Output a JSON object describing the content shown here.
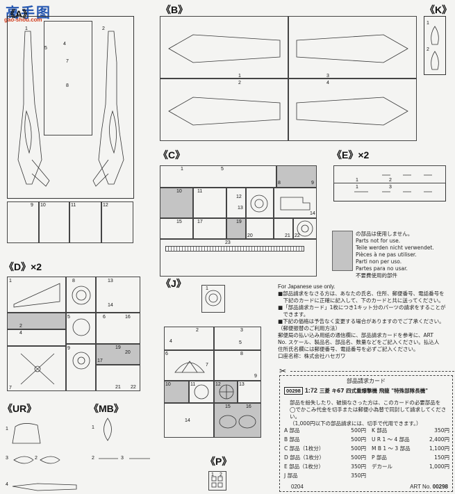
{
  "logo": {
    "text": "高手图",
    "url": "gao-shou.com"
  },
  "sections": {
    "A": "A",
    "B": "B",
    "K": "K",
    "C": "C",
    "E": "E",
    "E_mult": "×2",
    "D": "D",
    "D_mult": "×2",
    "J": "J",
    "UR": "UR",
    "MB": "MB",
    "P": "P"
  },
  "legend": {
    "title_jp": "の部品は使用しません。",
    "lines": [
      "Parts not for use.",
      "Teile werden nicht verwendet.",
      "Pièces à ne pas utiliser.",
      "Parti non per uso.",
      "Partes para no usar.",
      "不要費使用的部件"
    ]
  },
  "info": {
    "japan_only": "For Japanese use only.",
    "jp_lines": [
      "■部品請求をなさる方は、あなたの氏名、住所、郵便番号、電話番号を",
      "　下記のカードに正確に記入して、下のカードと共に送ってください。",
      "■「部品請求カード」1枚につき1キット分のパーツの請求をすることが",
      "　できます。",
      "■下記の価格は予告なく変更する場合がありますのでご了承ください。",
      "（郵便振替のご利用方法）",
      "郵便局の払い込み用紙の通信欄に、部品請求カードを参考に、ART",
      "No. スケール、製品名、部品名、数量などをご記入ください。払込人",
      "住所氏名欄には郵便番号、電話番号を必ずご記入ください。",
      "口座名称：株式会社ハセガワ"
    ]
  },
  "card": {
    "header": "部品請求カード",
    "code": "00298",
    "scale": "1:72",
    "title": "三菱 キ67 四式重爆撃機 飛龍 \"特殊部隊長機\"",
    "intro": [
      "部品を紛失したり、破損なさった方は、このカードの必要部品を",
      "◯でかこみ代金を切手または郵便小為替で同封して請求してください。",
      "（1,000円以下の部品請求には、切手で代用できます。）"
    ],
    "prices_left": [
      {
        "part": "A 部品",
        "price": "500円"
      },
      {
        "part": "B 部品",
        "price": "500円"
      },
      {
        "part": "C 部品（1枚分）",
        "price": "500円"
      },
      {
        "part": "D 部品（1枚分）",
        "price": "500円"
      },
      {
        "part": "E 部品（1枚分）",
        "price": "350円"
      },
      {
        "part": "J 部品",
        "price": "350円"
      }
    ],
    "prices_right": [
      {
        "part": "K 部品",
        "price": "350円"
      },
      {
        "part": "U R 1 ～ 4 部品",
        "price": "2,400円"
      },
      {
        "part": "M B 1 ～ 3 部品",
        "price": "1,100円"
      },
      {
        "part": "P 部品",
        "price": "150円"
      },
      {
        "part": "デカール",
        "price": "1,000円"
      }
    ],
    "footer_code": "0204",
    "art_no_label": "ART No.",
    "art_no": "00298"
  }
}
